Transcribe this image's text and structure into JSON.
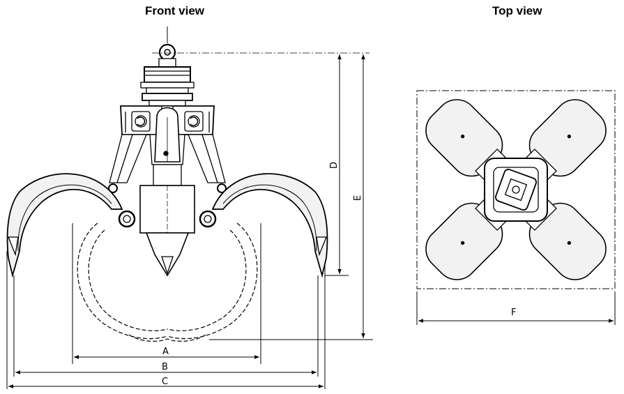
{
  "titles": {
    "front": "Front view",
    "top": "Top view"
  },
  "dimensions": {
    "A": "A",
    "B": "B",
    "C": "C",
    "D": "D",
    "E": "E",
    "F": "F"
  },
  "colors": {
    "line": "#000000",
    "fill_light": "#f2f2f2",
    "fill_mid": "#d9d9d9",
    "background": "#ffffff"
  }
}
